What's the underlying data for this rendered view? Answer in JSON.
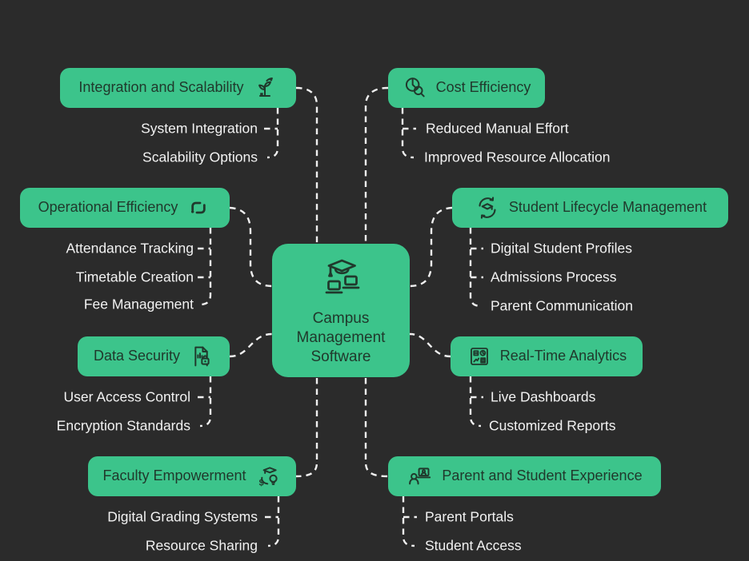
{
  "diagram_title": "Campus Management Software",
  "colors": {
    "background": "#2b2b2b",
    "node_fill": "#3cc48b",
    "node_text": "#20392c",
    "child_text": "#f2f2f2",
    "connector": "#f0f0f0"
  },
  "center": {
    "label": "Campus Management Software",
    "icon": "graduation-cap-laptops-icon"
  },
  "branches": [
    {
      "label": "Integration and Scalability",
      "icon": "growth-plant-icon",
      "side": "left",
      "children": [
        "System Integration",
        "Scalability Options"
      ]
    },
    {
      "label": "Cost Efficiency",
      "icon": "pie-chart-magnifier-icon",
      "side": "right",
      "children": [
        "Reduced Manual Effort",
        "Improved Resource Allocation"
      ]
    },
    {
      "label": "Operational Efficiency",
      "icon": "workflow-arrows-icon",
      "side": "left",
      "children": [
        "Attendance Tracking",
        "Timetable Creation",
        "Fee Management"
      ]
    },
    {
      "label": "Student Lifecycle Management",
      "icon": "graduation-cycle-icon",
      "side": "right",
      "children": [
        "Digital Student Profiles",
        "Admissions Process",
        "Parent Communication"
      ]
    },
    {
      "label": "Data Security",
      "icon": "secure-report-lock-icon",
      "side": "left",
      "children": [
        "User Access Control",
        "Encryption Standards"
      ]
    },
    {
      "label": "Real-Time Analytics",
      "icon": "dashboard-icon",
      "side": "right",
      "children": [
        "Live Dashboards",
        "Customized Reports"
      ]
    },
    {
      "label": "Faculty Empowerment",
      "icon": "graduation-idea-dollar-icon",
      "side": "left",
      "children": [
        "Digital Grading Systems",
        "Resource Sharing"
      ]
    },
    {
      "label": "Parent and Student Experience",
      "icon": "person-laptop-icon",
      "side": "right",
      "children": [
        "Parent Portals",
        "Student Access"
      ]
    }
  ]
}
